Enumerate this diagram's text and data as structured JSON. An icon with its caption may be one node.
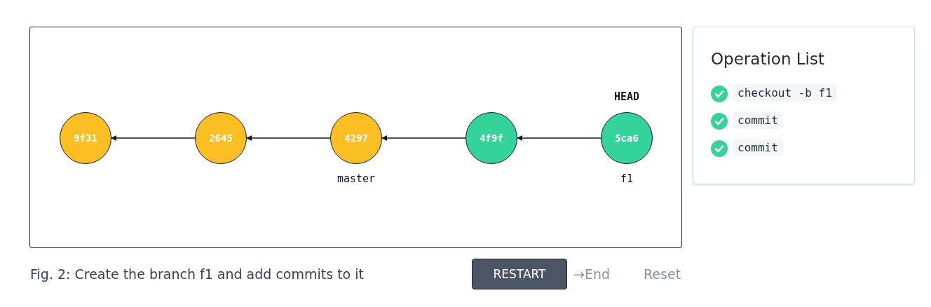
{
  "diagram": {
    "caption": "Fig. 2: Create the branch f1 and add commits to it",
    "nodes": [
      {
        "text": [
          "9f31"
        ]
      },
      {
        "text": [
          "2645"
        ]
      },
      {
        "text": [
          "4297"
        ],
        "beside": [
          "master"
        ]
      },
      {
        "text": [
          "4f9f"
        ]
      },
      {
        "text": [
          "5ca6"
        ],
        "beside": [
          "HEAD",
          "f1"
        ]
      }
    ],
    "edges": [
      {
        "from": 1,
        "to": 0,
        "arrow": "to"
      },
      {
        "from": 2,
        "to": 1,
        "arrow": "to"
      },
      {
        "from": 3,
        "to": 2,
        "arrow": "to"
      },
      {
        "from": 4,
        "to": 3,
        "arrow": "to"
      }
    ],
    "labels": [
      "Operation List",
      "checkout -b f1",
      "commit",
      "commit",
      "RESTART",
      "→End",
      "Reset"
    ]
  }
}
